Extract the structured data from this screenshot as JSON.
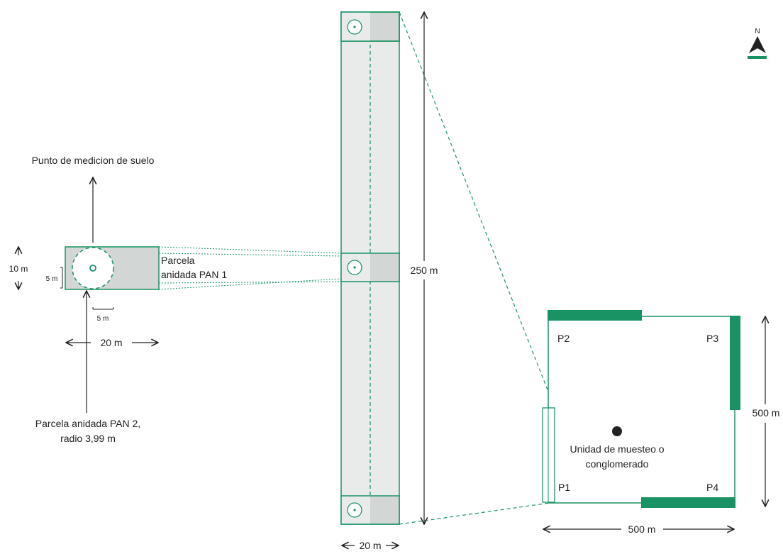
{
  "colors": {
    "green": "#1a9364",
    "fill_light": "#e8ebea",
    "fill_dark": "#d2d6d4",
    "text": "#222222",
    "arrow": "#222222"
  },
  "labels": {
    "north": "N",
    "soil_point": "Punto de medicion de suelo",
    "pan1_line1": "Parcela",
    "pan1_line2": "anidada PAN 1",
    "pan2_line1": "Parcela anidada PAN 2,",
    "pan2_line2": "radio 3,99 m",
    "dim_10m": "10 m",
    "dim_5m_vertical": "5 m",
    "dim_5m_horizontal": "5 m",
    "dim_20m_left": "20 m",
    "dim_250m": "250 m",
    "dim_20m_bottom": "20 m",
    "dim_500m_right": "500 m",
    "dim_500m_bottom": "500 m",
    "p1": "P1",
    "p2": "P2",
    "p3": "P3",
    "p4": "P4",
    "center_line1": "Unidad de muesteo o",
    "center_line2": "conglomerado"
  }
}
